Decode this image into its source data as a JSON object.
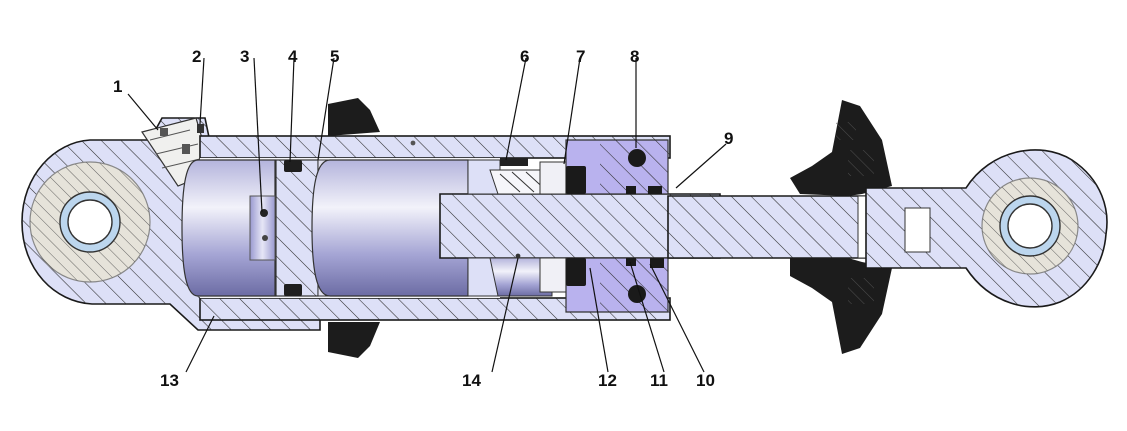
{
  "diagram": {
    "labels": [
      "1",
      "2",
      "3",
      "4",
      "5",
      "6",
      "7",
      "8",
      "9",
      "10",
      "11",
      "12",
      "13",
      "14"
    ]
  },
  "colors": {
    "body": "#dde0f7",
    "dark": "#1c1c1c",
    "metal_light": "#eeeef8",
    "metal_mid": "#aaaadd",
    "metal_dark": "#6e6ea8",
    "gland": "#b9b2ee",
    "bore": "#cfe3f4"
  }
}
